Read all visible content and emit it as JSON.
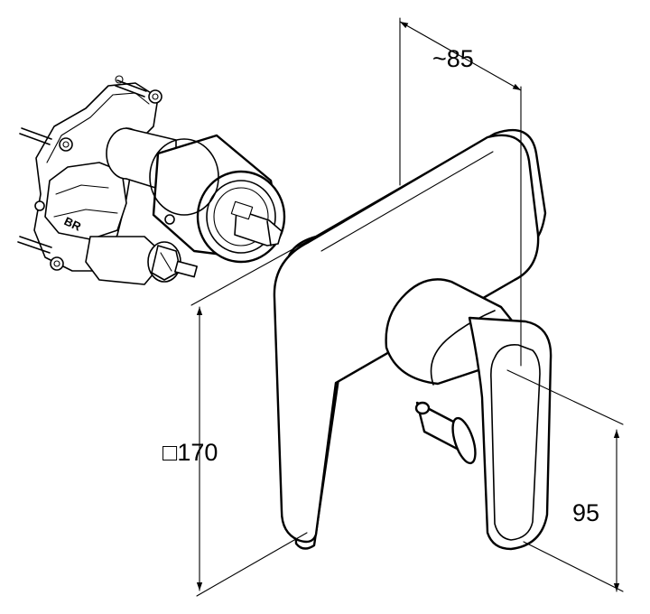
{
  "dimensions": {
    "depth": "~85",
    "plate_prefix": "□",
    "plate_size": "170",
    "lever_offset": "95"
  }
}
